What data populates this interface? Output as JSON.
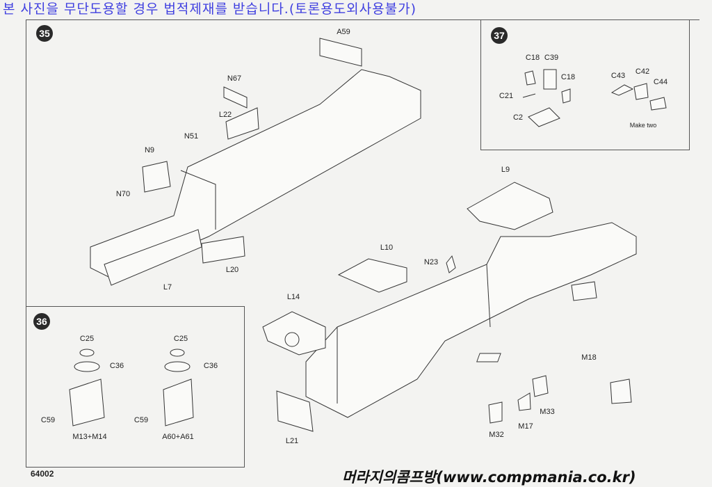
{
  "watermark_top": "본 사진을 무단도용할 경우 법적제재를 받습니다.(토론용도외사용불가)",
  "watermark_bottom": "머라지의콤프방(www.compmania.co.kr)",
  "page_code": "64002",
  "steps": {
    "s35": {
      "number": "35",
      "parts": [
        "A59",
        "N67",
        "L22",
        "N51",
        "N9",
        "N70",
        "L7",
        "L20",
        "L9",
        "L10",
        "N23",
        "L14",
        "L21",
        "M18",
        "M33",
        "M17",
        "M32"
      ]
    },
    "s36": {
      "number": "36",
      "parts": [
        "C25",
        "C36",
        "C59",
        "M13+M14",
        "C25",
        "C36",
        "C59",
        "A60+A61"
      ]
    },
    "s37": {
      "number": "37",
      "parts": [
        "C18",
        "C39",
        "C18",
        "C21",
        "C2",
        "C43",
        "C42",
        "C44"
      ],
      "note": "Make two"
    }
  }
}
